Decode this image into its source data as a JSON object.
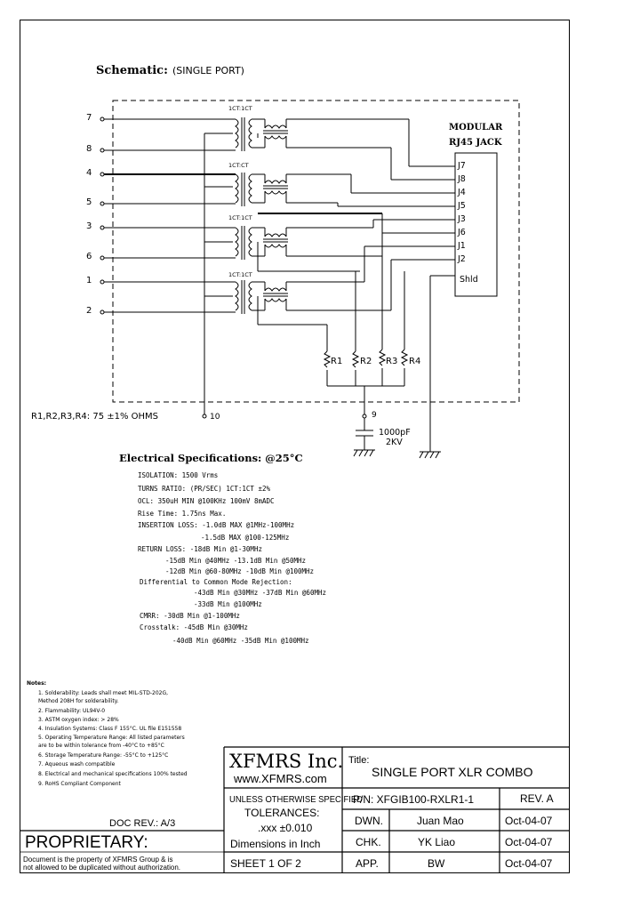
{
  "schematic": {
    "title_bold": "Schematic:",
    "title_rest": "(SINGLE PORT)",
    "jack_title1": "MODULAR",
    "jack_title2": "RJ45 JACK",
    "pins_left": [
      "7",
      "8",
      "4",
      "5",
      "3",
      "6",
      "1",
      "2"
    ],
    "ratio_labels": [
      "1CT:1CT",
      "1CT:CT",
      "1CT:1CT",
      "1CT:1CT"
    ],
    "jack_pins": [
      "J7",
      "J8",
      "J4",
      "J5",
      "J3",
      "J6",
      "J1",
      "J2",
      "Shld"
    ],
    "resistors": [
      "R1",
      "R2",
      "R3",
      "R4"
    ],
    "pin10": "10",
    "pin9": "9",
    "cap_value": "1000pF",
    "cap_voltage": "2KV",
    "resistor_note": "R1,R2,R3,R4: 75 ±1% OHMS"
  },
  "electrical": {
    "heading": "Electrical   Specifications: @25°C",
    "lines": [
      "ISOLATION: 1500 Vrms",
      "TURNS RATIO: (PR/SEC) 1CT:1CT ±2%",
      "OCL: 350uH MIN @100KHz 100mV 8mADC",
      "Rise Time: 1.75ns Max.",
      "INSERTION LOSS: -1.0dB MAX @1MHz-100MHz",
      "-1.5dB MAX @100-125MHz",
      "RETURN LOSS: -18dB Min @1-30MHz",
      "-15dB Min @40MHz -13.1dB Min @50MHz",
      "-12dB Min @60-80MHz -10dB Min @100MHz",
      "Differential to Common Mode Rejection:",
      "-43dB Min @30MHz -37dB Min @60MHz",
      "-33dB Min @100MHz",
      "CMRR: -30dB Min @1-100MHz",
      "Crosstalk: -45dB Min @30MHz",
      "-40dB Min @60MHz -35dB Min @100MHz"
    ]
  },
  "notes": {
    "heading": "Notes:",
    "items": [
      "1. Solderability: Leads shall meet MIL-STD-202G,",
      "   Method 208H for solderability.",
      "2. Flammability: UL94V-0",
      "3. ASTM oxygen index: > 28%",
      "4. Insulation Systems: Class F 155°C. UL file E151558",
      "5. Operating Temperature Range: All listed parameters",
      "   are to be within tolerance from -40°C to +85°C",
      "6. Storage Temperature Range: -55°C to +125°C",
      "7. Aqueous wash compatible",
      "8. Electrical and mechanical specifications 100% tested",
      "9. RoHS Compliant Component"
    ]
  },
  "title_block": {
    "company": "XFMRS Inc.",
    "website": "www.XFMRS.com",
    "title_label": "Title:",
    "title": "SINGLE PORT XLR COMBO",
    "unless": "UNLESS OTHERWISE SPECIFIED",
    "tolerances": "TOLERANCES:",
    "xxx": ".xxx ±0.010",
    "dimensions": "Dimensions in Inch",
    "pn": "P/N: XFGIB100-RXLR1-1",
    "rev": "REV. A",
    "dwn_label": "DWN.",
    "dwn_name": "Juan Mao",
    "dwn_date": "Oct-04-07",
    "chk_label": "CHK.",
    "chk_name": "YK Liao",
    "chk_date": "Oct-04-07",
    "app_label": "APP.",
    "app_name": "BW",
    "app_date": "Oct-04-07",
    "sheet": "SHEET  1  OF  2",
    "doc_rev": "DOC REV.: A/3",
    "proprietary": "PROPRIETARY:",
    "prop_line1": "Document is the property of XFMRS Group & is",
    "prop_line2": "not allowed to be duplicated without authorization."
  }
}
